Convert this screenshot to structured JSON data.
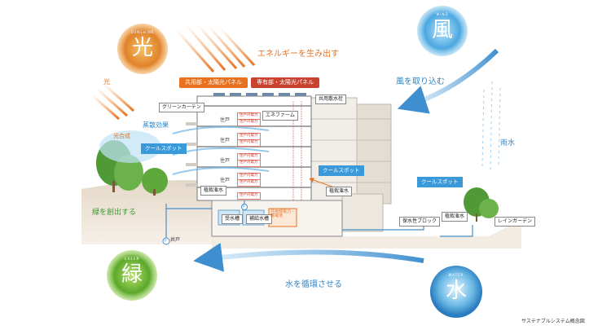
{
  "circles": {
    "sun": {
      "main": "光",
      "sub": "SUNSHINE"
    },
    "wind": {
      "main": "風",
      "sub": "WIND"
    },
    "green": {
      "main": "緑",
      "sub": "GREEN"
    },
    "water": {
      "main": "水",
      "sub": "WATER"
    }
  },
  "labels": {
    "energy": "エネルギーを生み出す",
    "common_panel": "共用部・太陽光パネル",
    "private_panel": "専有部・太陽光パネル",
    "light": "光",
    "photosynthesis": "光合成",
    "evaporation": "蒸散効果",
    "cool_spot": "クールスポット",
    "green_curtain": "グリーンカーテン",
    "energy_farm": "エネファーム",
    "sprinkler": "共用散水栓",
    "wind_intake": "風を取り込む",
    "rain": "雨水",
    "dwelling": "住戸",
    "planting_sprinkler": "植栽潅水",
    "create_green": "緑を創出する",
    "well": "井戸",
    "water_tank": "受水槽",
    "supply_tank": "補給水槽",
    "storage": "共用部電力・蓄電池",
    "water_block": "保水性ブロック",
    "rain_garden": "レインガーデン",
    "circulate": "水を循環させる",
    "caption": "サステナブルシステム概念図",
    "pump": "P",
    "unit_power": "住戸内電力"
  },
  "colors": {
    "orange": "#e8711f",
    "red": "#c8422e",
    "blue": "#2f86c8",
    "green": "#3b9a2f",
    "cool_spot": "#3a9ad9"
  }
}
